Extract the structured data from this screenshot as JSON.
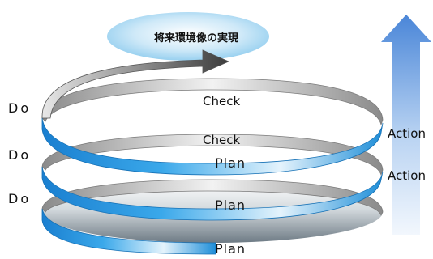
{
  "goal": "将来環境像の実現",
  "labels": {
    "do": [
      "Do",
      "Do",
      "Do"
    ],
    "check": [
      "Check",
      "Check"
    ],
    "action": [
      "Action",
      "Action"
    ],
    "plan": [
      "Plan",
      "Plan",
      "Plan"
    ]
  },
  "colors": {
    "ribbon_front": "#1e96e0",
    "ribbon_back": "#a8a8a8",
    "arrow_dark": "#4a4a4a",
    "goal_ellipse": "#a9d8f2",
    "base_ellipse": "#8f9aa3",
    "action_arrow": "#4f88d6"
  }
}
